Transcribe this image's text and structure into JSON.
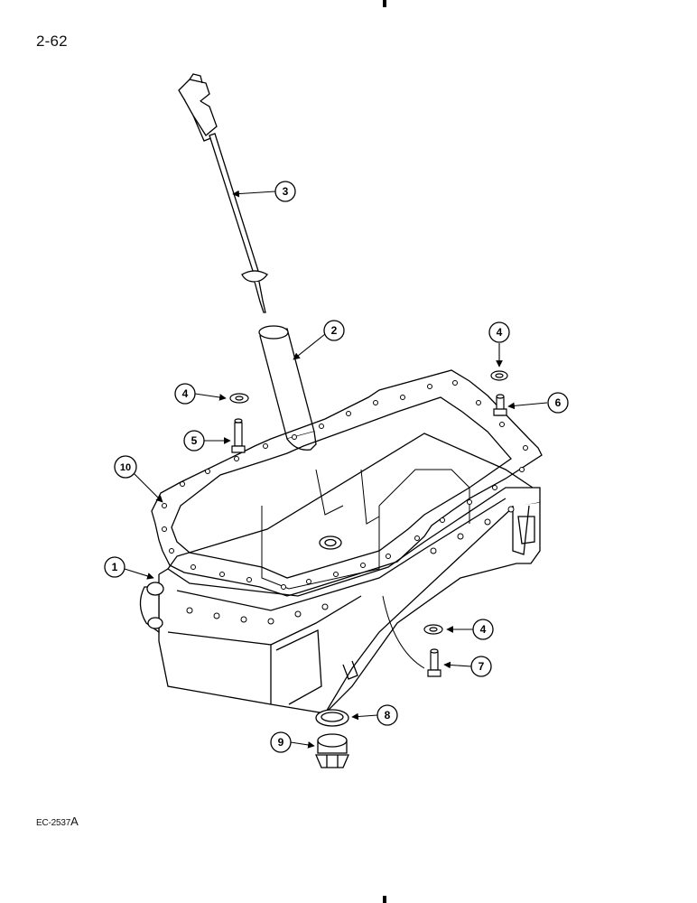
{
  "page_number": "2-62",
  "figure_ref": {
    "prefix": "EC-2537",
    "suffix": "A"
  },
  "callouts": [
    {
      "id": "c1",
      "label": "1"
    },
    {
      "id": "c2",
      "label": "2"
    },
    {
      "id": "c3",
      "label": "3"
    },
    {
      "id": "c4a",
      "label": "4"
    },
    {
      "id": "c4b",
      "label": "4"
    },
    {
      "id": "c4c",
      "label": "4"
    },
    {
      "id": "c5",
      "label": "5"
    },
    {
      "id": "c6",
      "label": "6"
    },
    {
      "id": "c7",
      "label": "7"
    },
    {
      "id": "c8",
      "label": "8"
    },
    {
      "id": "c9",
      "label": "9"
    },
    {
      "id": "c10",
      "label": "10"
    }
  ]
}
